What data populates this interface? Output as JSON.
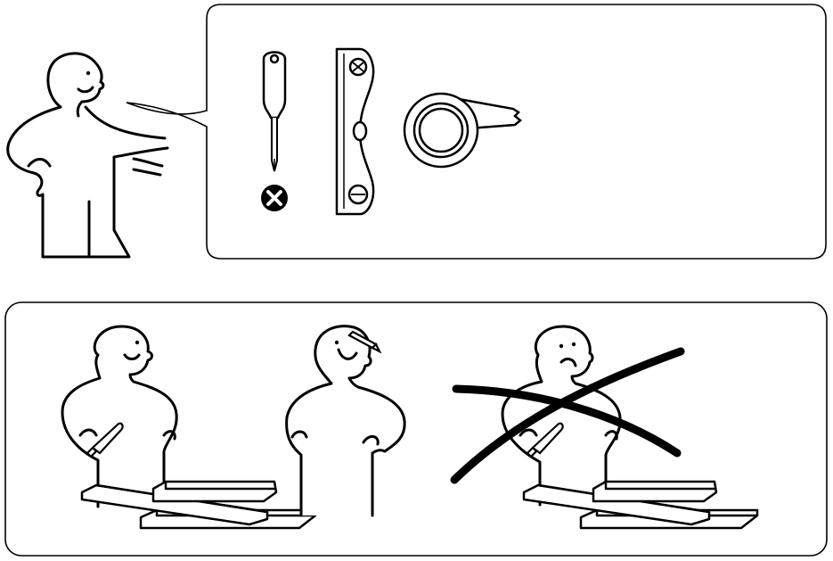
{
  "colors": {
    "ink": "#000000",
    "paper": "#ffffff"
  },
  "panels": [
    {
      "name": "tools-panel",
      "tools": [
        "phillips-screwdriver-icon",
        "spirit-level-icon",
        "measuring-tape-icon"
      ],
      "excluded": "cross-icon"
    },
    {
      "name": "assembly-panel",
      "scenes": [
        "person-with-screwdriver-and-boards",
        "person-with-pencil-and-boards",
        "sad-person-crossed-out"
      ]
    }
  ]
}
